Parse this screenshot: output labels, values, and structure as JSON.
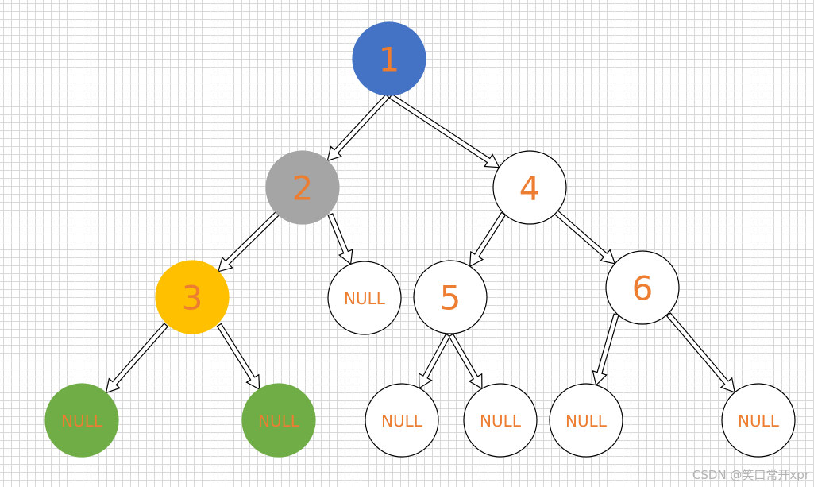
{
  "diagram": {
    "nodes": [
      {
        "id": "n1",
        "label": "1",
        "fill": "#4472c4",
        "stroke": "#4472c4"
      },
      {
        "id": "n2",
        "label": "2",
        "fill": "#a5a5a5",
        "stroke": "#a5a5a5"
      },
      {
        "id": "n4",
        "label": "4",
        "fill": "#ffffff",
        "stroke": "#000000"
      },
      {
        "id": "n3",
        "label": "3",
        "fill": "#ffc000",
        "stroke": "#ffc000"
      },
      {
        "id": "null_2r",
        "label": "NULL",
        "fill": "#ffffff",
        "stroke": "#000000"
      },
      {
        "id": "n5",
        "label": "5",
        "fill": "#ffffff",
        "stroke": "#000000"
      },
      {
        "id": "n6",
        "label": "6",
        "fill": "#ffffff",
        "stroke": "#000000"
      },
      {
        "id": "null_3l",
        "label": "NULL",
        "fill": "#70ad47",
        "stroke": "#70ad47"
      },
      {
        "id": "null_3r",
        "label": "NULL",
        "fill": "#70ad47",
        "stroke": "#70ad47"
      },
      {
        "id": "null_5l",
        "label": "NULL",
        "fill": "#ffffff",
        "stroke": "#000000"
      },
      {
        "id": "null_5r",
        "label": "NULL",
        "fill": "#ffffff",
        "stroke": "#000000"
      },
      {
        "id": "null_6l",
        "label": "NULL",
        "fill": "#ffffff",
        "stroke": "#000000"
      },
      {
        "id": "null_6r",
        "label": "NULL",
        "fill": "#ffffff",
        "stroke": "#000000"
      }
    ],
    "edges": [
      {
        "from": "n1",
        "to": "n2"
      },
      {
        "from": "n1",
        "to": "n4"
      },
      {
        "from": "n2",
        "to": "n3"
      },
      {
        "from": "n2",
        "to": "null_2r"
      },
      {
        "from": "n4",
        "to": "n5"
      },
      {
        "from": "n4",
        "to": "n6"
      },
      {
        "from": "n3",
        "to": "null_3l"
      },
      {
        "from": "n3",
        "to": "null_3r"
      },
      {
        "from": "n5",
        "to": "null_5l"
      },
      {
        "from": "n5",
        "to": "null_5r"
      },
      {
        "from": "n6",
        "to": "null_6l"
      },
      {
        "from": "n6",
        "to": "null_6r"
      }
    ],
    "label_color": "#ed7d31"
  },
  "watermark": "CSDN @笑口常开xpr"
}
